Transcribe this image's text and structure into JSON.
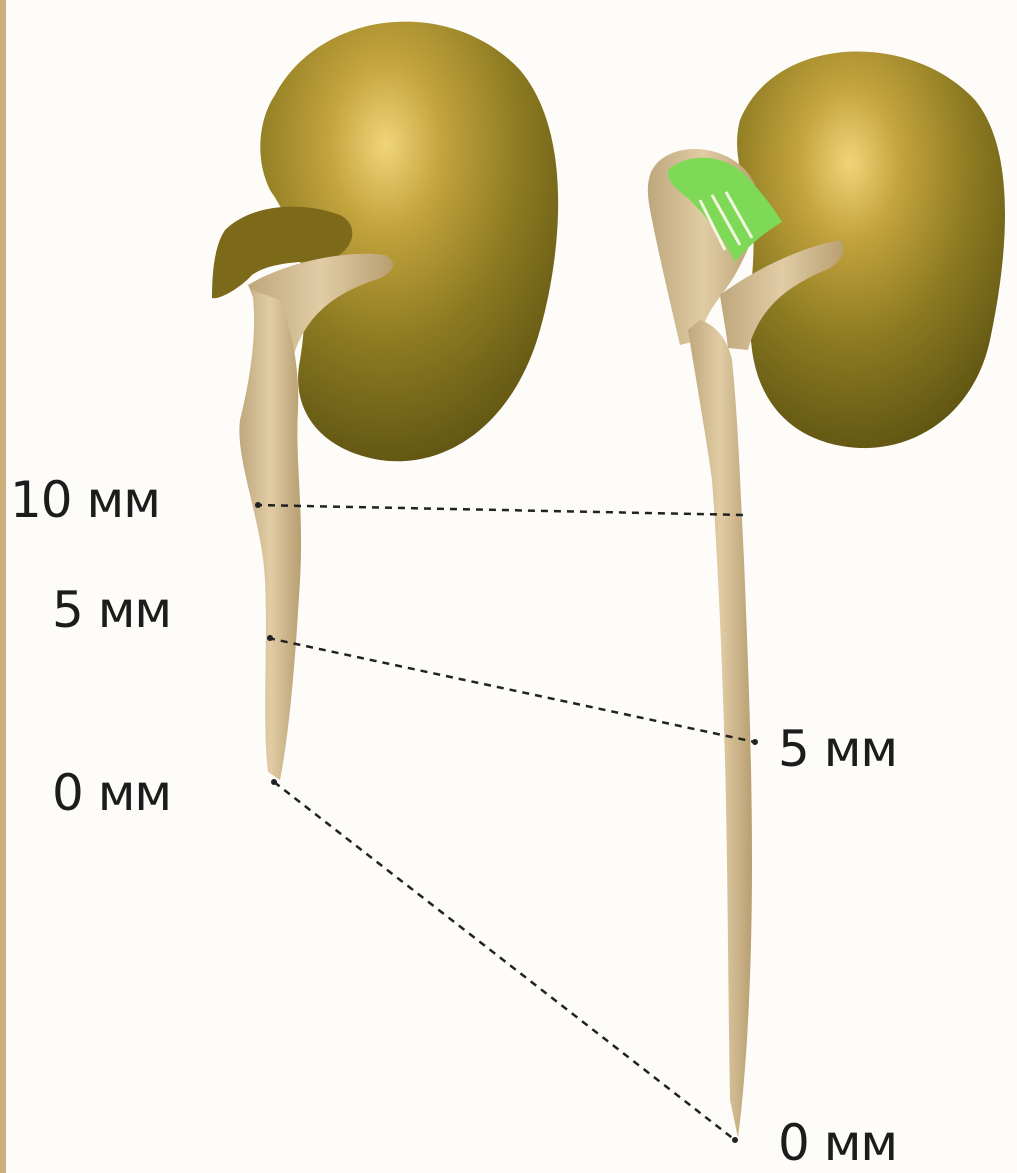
{
  "figure": {
    "left_seedling": {
      "marks": [
        {
          "id": "left-10",
          "label": "10 мм"
        },
        {
          "id": "left-5",
          "label": "5 мм"
        },
        {
          "id": "left-0",
          "label": "0 мм"
        }
      ]
    },
    "right_seedling": {
      "marks": [
        {
          "id": "right-5",
          "label": "5 мм"
        },
        {
          "id": "right-0",
          "label": "0 мм"
        }
      ]
    },
    "colors": {
      "seed": "#8a7a1f",
      "seed_highlight": "#e3c766",
      "root": "#d9c29a",
      "leaf": "#7ed957",
      "guide_line": "#222222"
    }
  }
}
